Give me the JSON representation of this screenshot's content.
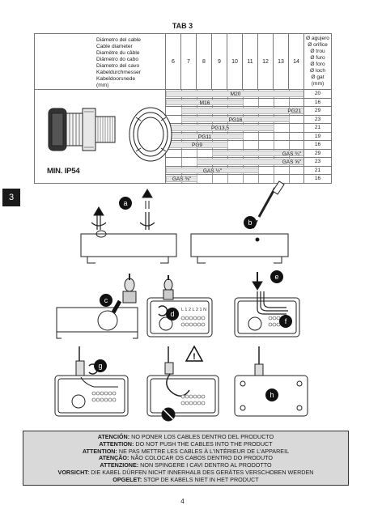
{
  "tab_title": "TAB 3",
  "header": {
    "diameter_labels": [
      "Diámetro del cable",
      "Cable diameter",
      "Diamètre du câble",
      "Diâmetro do cabo",
      "Diametro del cavo",
      "Kabeldurchmesser",
      "Kabeldoorsnede",
      "(mm)"
    ],
    "columns": [
      "6",
      "7",
      "8",
      "9",
      "10",
      "11",
      "12",
      "13",
      "14"
    ],
    "hole_labels": [
      "Ø agujero",
      "Ø orifice",
      "Ø trou",
      "Ø furo",
      "Ø foro",
      "Ø loch",
      "Ø gat",
      "(mm)"
    ]
  },
  "rows": [
    {
      "label": "M20",
      "start": 6,
      "end": 14,
      "hole": "20"
    },
    {
      "label": "M16",
      "start": 6,
      "end": 10,
      "hole": "16"
    },
    {
      "label": "PG21",
      "start": 7,
      "end": 14,
      "hole": "29"
    },
    {
      "label": "PG16",
      "start": 7,
      "end": 13,
      "hole": "23"
    },
    {
      "label": "PG13,5",
      "start": 6,
      "end": 12,
      "hole": "21"
    },
    {
      "label": "PG11",
      "start": 6,
      "end": 10,
      "hole": "19"
    },
    {
      "label": "PG9",
      "start": 6,
      "end": 9,
      "hole": "16"
    },
    {
      "label": "GAS ¾\"",
      "start": 9,
      "end": 14,
      "hole": "29"
    },
    {
      "label": "GAS ⅝\"",
      "start": 8,
      "end": 14,
      "hole": "23"
    },
    {
      "label": "GAS ½\"",
      "start": 6,
      "end": 11,
      "hole": "21"
    },
    {
      "label": "GAS ⅜\"",
      "start": 6,
      "end": 7,
      "hole": "16"
    }
  ],
  "min_ip": "MIN. IP54",
  "step_number": "3",
  "letters": {
    "a": "a",
    "b": "b",
    "c": "c",
    "d": "d",
    "e": "e",
    "f": "f",
    "g": "g",
    "h": "h"
  },
  "terminal_numbers": "L 1 2 L 2 1 N",
  "warnings": [
    {
      "lead": "ATENCIÓN:",
      "text": " NO PONER LOS CABLES DENTRO DEL PRODUCTO"
    },
    {
      "lead": "ATTENTION:",
      "text": " DO NOT PUSH THE CABLES INTO THE PRODUCT"
    },
    {
      "lead": "ATTENTION:",
      "text": " NE PAS METTRE LES CABLES À L'INTÉRIEUR DE L'APPAREIL"
    },
    {
      "lead": "ATENÇÃO:",
      "text": " NÃO COLOCAR OS CABOS DENTRO DO PRODUTO"
    },
    {
      "lead": "ATTENZIONE:",
      "text": " NON SPINGERE I CAVI DENTRO AL PRODOTTO"
    },
    {
      "lead": "VORSICHT:",
      "text": " DIE KABEL DÜRFEN NICHT INNERHALB DES GERÄTES VERSCHOBEN WERDEN"
    },
    {
      "lead": "OPGELET:",
      "text": " STOP DE KABELS NIET IN HET PRODUCT"
    }
  ],
  "page_number": "4"
}
